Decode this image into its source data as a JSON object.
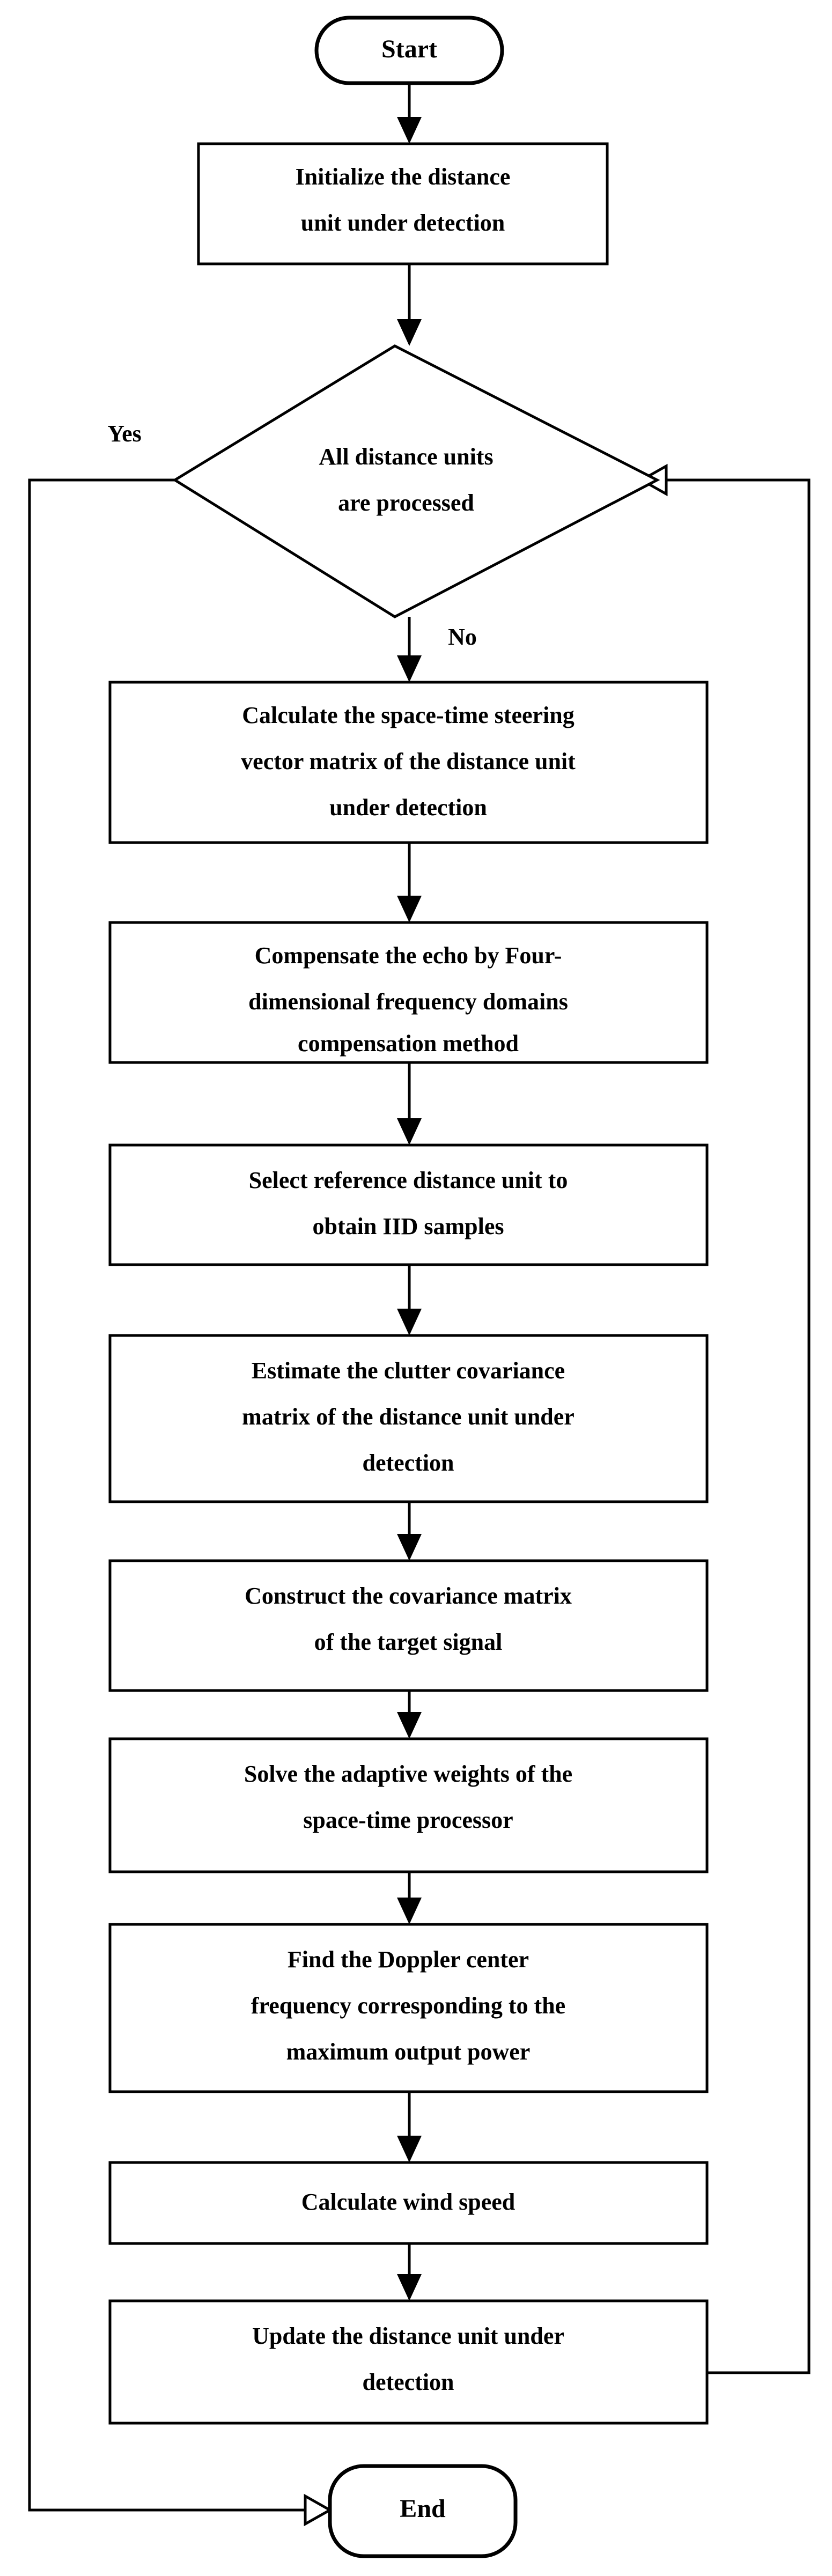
{
  "diagram": {
    "type": "flowchart",
    "title": "Space-time adaptive processing wind speed estimation flowchart",
    "orientation": "top-to-bottom",
    "background_color": "#ffffff",
    "line_color": "#000000",
    "fill_color": "#ffffff"
  },
  "nodes": [
    {
      "id": "start",
      "shape": "terminal",
      "label": "Start",
      "lines": [
        "Start"
      ]
    },
    {
      "id": "init",
      "shape": "process",
      "label": "Initialize the distance unit under detection",
      "lines": [
        "Initialize the distance",
        "unit under detection"
      ]
    },
    {
      "id": "decision",
      "shape": "decision",
      "label": "All distance units are processed",
      "lines": [
        "All distance units",
        "are processed"
      ]
    },
    {
      "id": "steering",
      "shape": "process",
      "label": "Calculate the space-time steering vector matrix of the distance unit under detection",
      "lines": [
        "Calculate the space-time steering",
        "vector matrix of the distance unit",
        "under detection"
      ]
    },
    {
      "id": "compensate",
      "shape": "process",
      "label": "Compensate the echo by Four-dimensional frequency domains compensation method",
      "lines": [
        "Compensate the echo by Four-",
        "dimensional frequency domains",
        "compensation method"
      ]
    },
    {
      "id": "select",
      "shape": "process",
      "label": "Select reference distance unit to obtain IID samples",
      "lines": [
        "Select reference distance unit to",
        "obtain IID samples"
      ]
    },
    {
      "id": "estimate",
      "shape": "process",
      "label": "Estimate the clutter covariance matrix of the distance unit under detection",
      "lines": [
        "Estimate the clutter covariance",
        "matrix of the distance unit under",
        "detection"
      ]
    },
    {
      "id": "construct",
      "shape": "process",
      "label": "Construct the covariance matrix of the target signal",
      "lines": [
        "Construct the covariance matrix",
        "of the target signal"
      ]
    },
    {
      "id": "solve",
      "shape": "process",
      "label": "Solve the adaptive weights of the space-time processor",
      "lines": [
        "Solve the adaptive weights of the",
        "space-time processor"
      ]
    },
    {
      "id": "doppler",
      "shape": "process",
      "label": "Find the Doppler center frequency corresponding to the maximum output power",
      "lines": [
        "Find the Doppler center",
        "frequency corresponding to the",
        "maximum output power"
      ]
    },
    {
      "id": "windspeed",
      "shape": "process",
      "label": "Calculate wind speed",
      "lines": [
        "Calculate wind speed"
      ]
    },
    {
      "id": "update",
      "shape": "process",
      "label": "Update the distance unit under detection",
      "lines": [
        "Update the distance unit under",
        "detection"
      ]
    },
    {
      "id": "end",
      "shape": "terminal",
      "label": "End",
      "lines": [
        "End"
      ]
    }
  ],
  "edge_labels": {
    "yes": "Yes",
    "no": "No"
  },
  "edges": [
    {
      "from": "start",
      "to": "init",
      "arrow": "solid"
    },
    {
      "from": "init",
      "to": "decision",
      "arrow": "solid"
    },
    {
      "from": "decision",
      "to": "steering",
      "label": "No",
      "arrow": "solid"
    },
    {
      "from": "decision",
      "to": "end",
      "label": "Yes",
      "arrow": "hollow"
    },
    {
      "from": "steering",
      "to": "compensate",
      "arrow": "solid"
    },
    {
      "from": "compensate",
      "to": "select",
      "arrow": "solid"
    },
    {
      "from": "select",
      "to": "estimate",
      "arrow": "solid"
    },
    {
      "from": "estimate",
      "to": "construct",
      "arrow": "solid"
    },
    {
      "from": "construct",
      "to": "solve",
      "arrow": "solid"
    },
    {
      "from": "solve",
      "to": "doppler",
      "arrow": "solid"
    },
    {
      "from": "doppler",
      "to": "windspeed",
      "arrow": "solid"
    },
    {
      "from": "windspeed",
      "to": "update",
      "arrow": "solid"
    },
    {
      "from": "update",
      "to": "decision",
      "arrow": "hollow"
    }
  ]
}
